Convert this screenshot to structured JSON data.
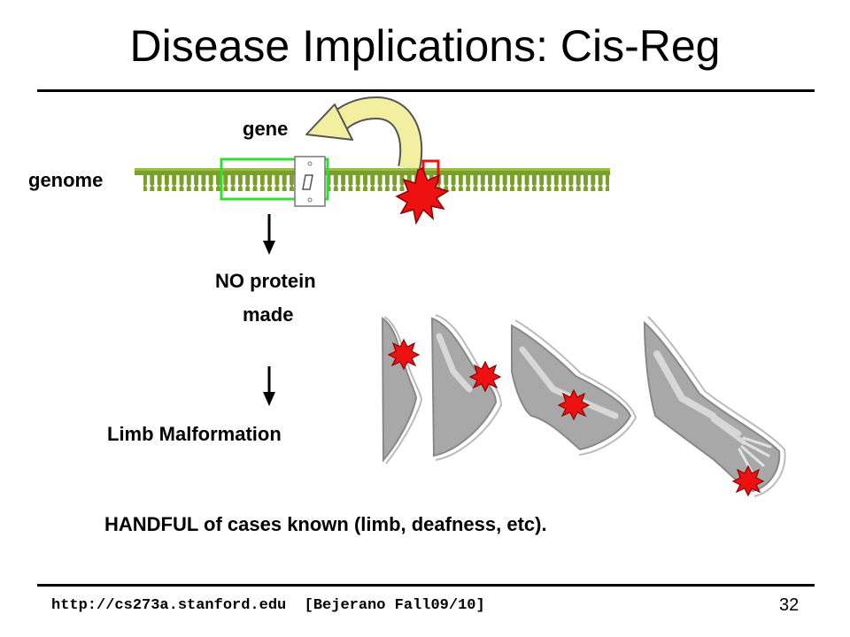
{
  "slide": {
    "title": "Disease Implications: Cis-Reg",
    "gene_label": "gene",
    "genome_label": "genome",
    "no_protein_line1": "NO protein",
    "no_protein_line2": "made",
    "limb_label": "Limb Malformation",
    "handful_text": "HANDFUL of cases known (limb, deafness, etc).",
    "footer_url": "http://cs273a.stanford.edu  [Bejerano Fall09/10]",
    "page_number": "32"
  },
  "icons": {
    "light_switch": "light-switch-icon",
    "mutation_burst": "red-burst-icon",
    "curved_arrow": "curved-arrow-icon",
    "down_arrow": "down-arrow-icon"
  },
  "colors": {
    "genome_green": "#7aa02a",
    "gene_box": "#33dd33",
    "mutation_red": "#ee1111",
    "arrow_yellow": "#f2f0a0",
    "limb_gray": "#a8a8a8"
  }
}
